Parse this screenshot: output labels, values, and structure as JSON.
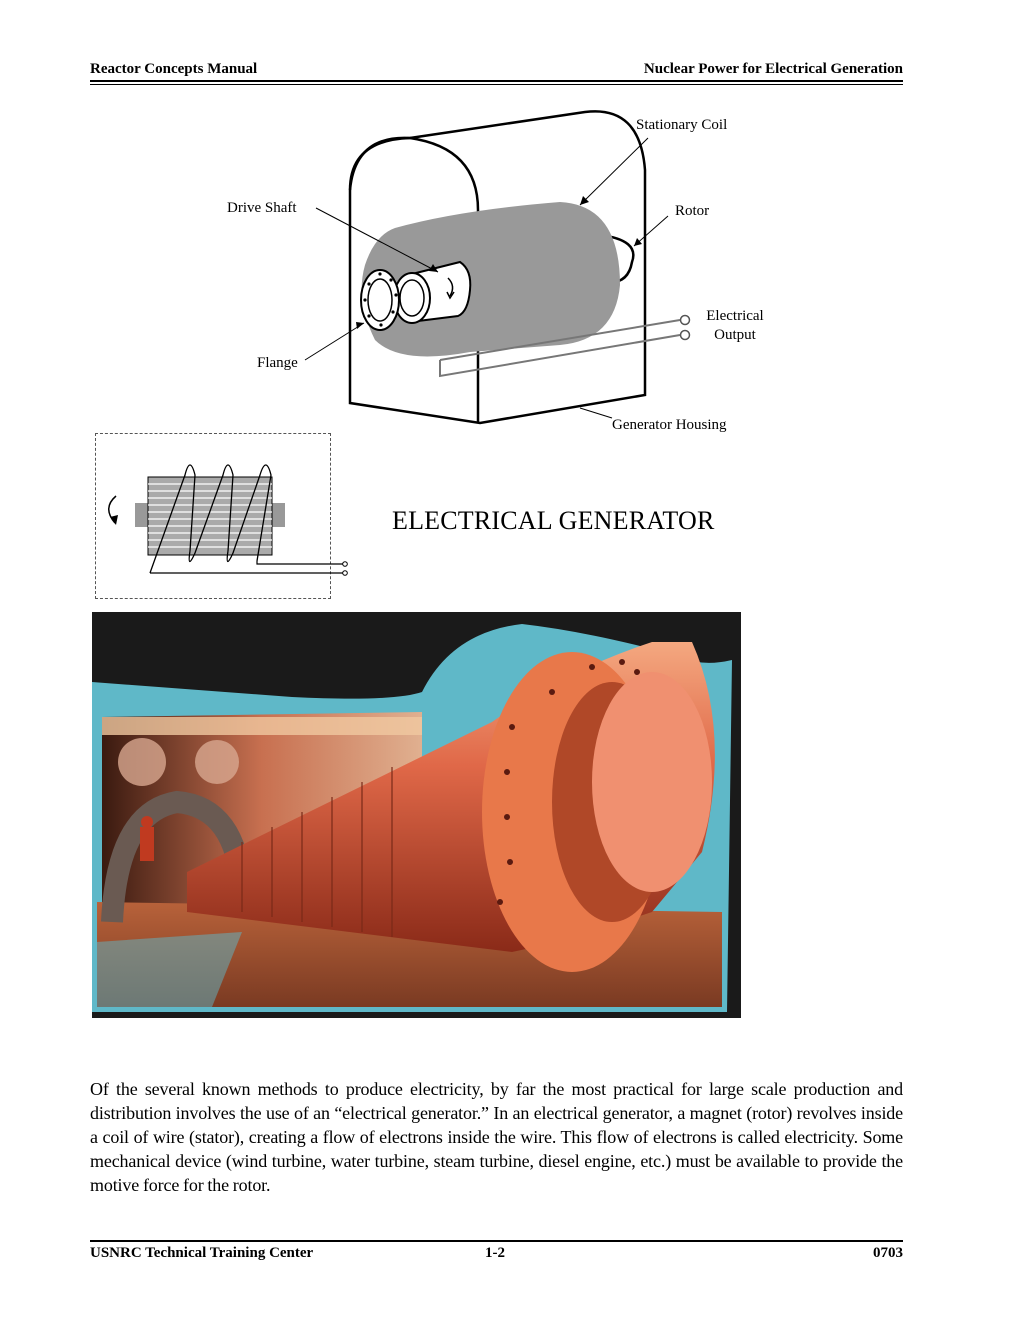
{
  "header": {
    "left": "Reactor Concepts Manual",
    "right": "Nuclear Power for Electrical Generation"
  },
  "figure": {
    "title": "ELECTRICAL GENERATOR",
    "labels": {
      "stationary_coil": "Stationary Coil",
      "drive_shaft": "Drive Shaft",
      "rotor": "Rotor",
      "electrical_output_line1": "Electrical",
      "electrical_output_line2": "Output",
      "flange": "Flange",
      "generator_housing": "Generator Housing"
    }
  },
  "body": {
    "paragraph": "Of the several known methods to produce electricity, by far the most practical for large scale production and distribution involves the use of an “electrical generator.”  In an electrical generator, a magnet (rotor) revolves inside a coil of wire (stator), creating a flow of electrons inside the wire.  This flow of electrons is called electricity.  Some mechanical device (wind turbine, water turbine, steam turbine, diesel engine, etc.) must be available to provide the motive force for the rotor."
  },
  "footer": {
    "left": "USNRC Technical Training Center",
    "center": "1-2",
    "right": "0703"
  }
}
